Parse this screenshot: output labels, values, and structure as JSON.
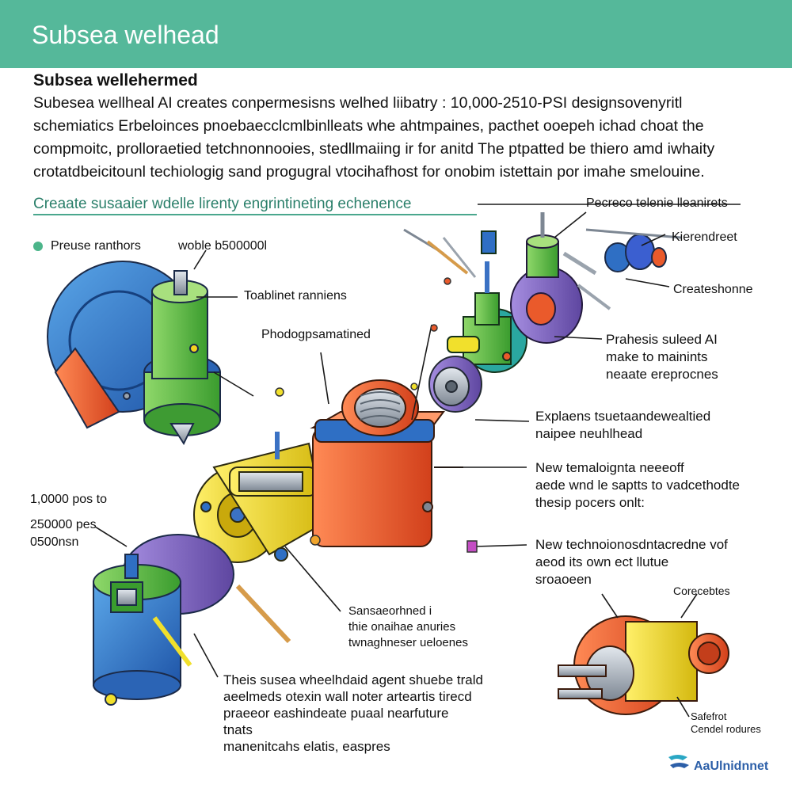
{
  "banner": {
    "title": "Subsea welhead"
  },
  "heading": "Subsea wellehermed",
  "intro": [
    "Subesea wellheal AI creates conpermesisns welhed liibatry : 10,000-2510-PSI designsovenyritl",
    "schemiatics Erbeloinces pnoebaecclcmlbinlleats whe ahtmpaines, pacthet ooepeh ichad choat the",
    "compmoitc, prolloraetied tetchnonnooies, stedllmaiing ir for anitd The ptpatted be thiero amd iwhaity",
    "crotatdbeicitounl techiologig sand progugral vtocihafhost for onobim istettain por imahe smelouine."
  ],
  "subheading": "Creaate susaaier wdelle lirenty engrintineting echenence",
  "labels": {
    "pressure_ratings": "Preuse ranthors",
    "top_center": "woble b500000l",
    "toablinet": "Toablinet ranniens",
    "photogra": "Phodogpsamatined",
    "pressure_range_1": "1,0000 pos to",
    "pressure_range_2": "250000 pes",
    "pressure_range_3": "0500nsn",
    "precise": "Pecreco telenie lleanirets",
    "kierenthreet": "Kierendreet",
    "createshone": "Createshonne",
    "praheres_1": "Prahesis suleed AI",
    "praheres_2": "make to mainints",
    "praheres_3": "neaate ereprocnes",
    "explains_1": "Explaens tsuetaandewealtied",
    "explains_2": "naipee neuhlhead",
    "new_tech_1_1": "New temaloignta neeeoff",
    "new_tech_1_2": "aede wnd le saptts to vadcethodte",
    "new_tech_1_3": "thesip pocers onlt:",
    "new_tech_2_1": "New technoionosdntacredne vof",
    "new_tech_2_2": "aeod its own ect llutue",
    "new_tech_2_3": "sroaoeen",
    "sanseor_1": "Sansaeorhned i",
    "sanseor_2": "thie onaihae anuries",
    "sanseor_3": "twnaghneser ueloenes",
    "bottom_1": "Theis susea wheelhdaid agent shuebe trald",
    "bottom_2": "aeelmeds otexin wall noter arteartis tirecd",
    "bottom_3": "praeeor eashindeate puaal nearfuture",
    "bottom_4": "tnats",
    "bottom_5": "manenitcahs elatis, easpres",
    "corereates": "Corecebtes",
    "safe_1": "Safefrot",
    "safe_2": "Cendel rodures"
  },
  "brand": {
    "name": "AaUlnidnnet"
  },
  "colors": {
    "banner": "#55b89a",
    "blue": "#2f6fc4",
    "green": "#5bbf45",
    "yellow": "#f1e02c",
    "orange": "#ea5a2b",
    "purple": "#7a62b8",
    "teal": "#2aa7a0",
    "gray": "#9aa3ad"
  }
}
